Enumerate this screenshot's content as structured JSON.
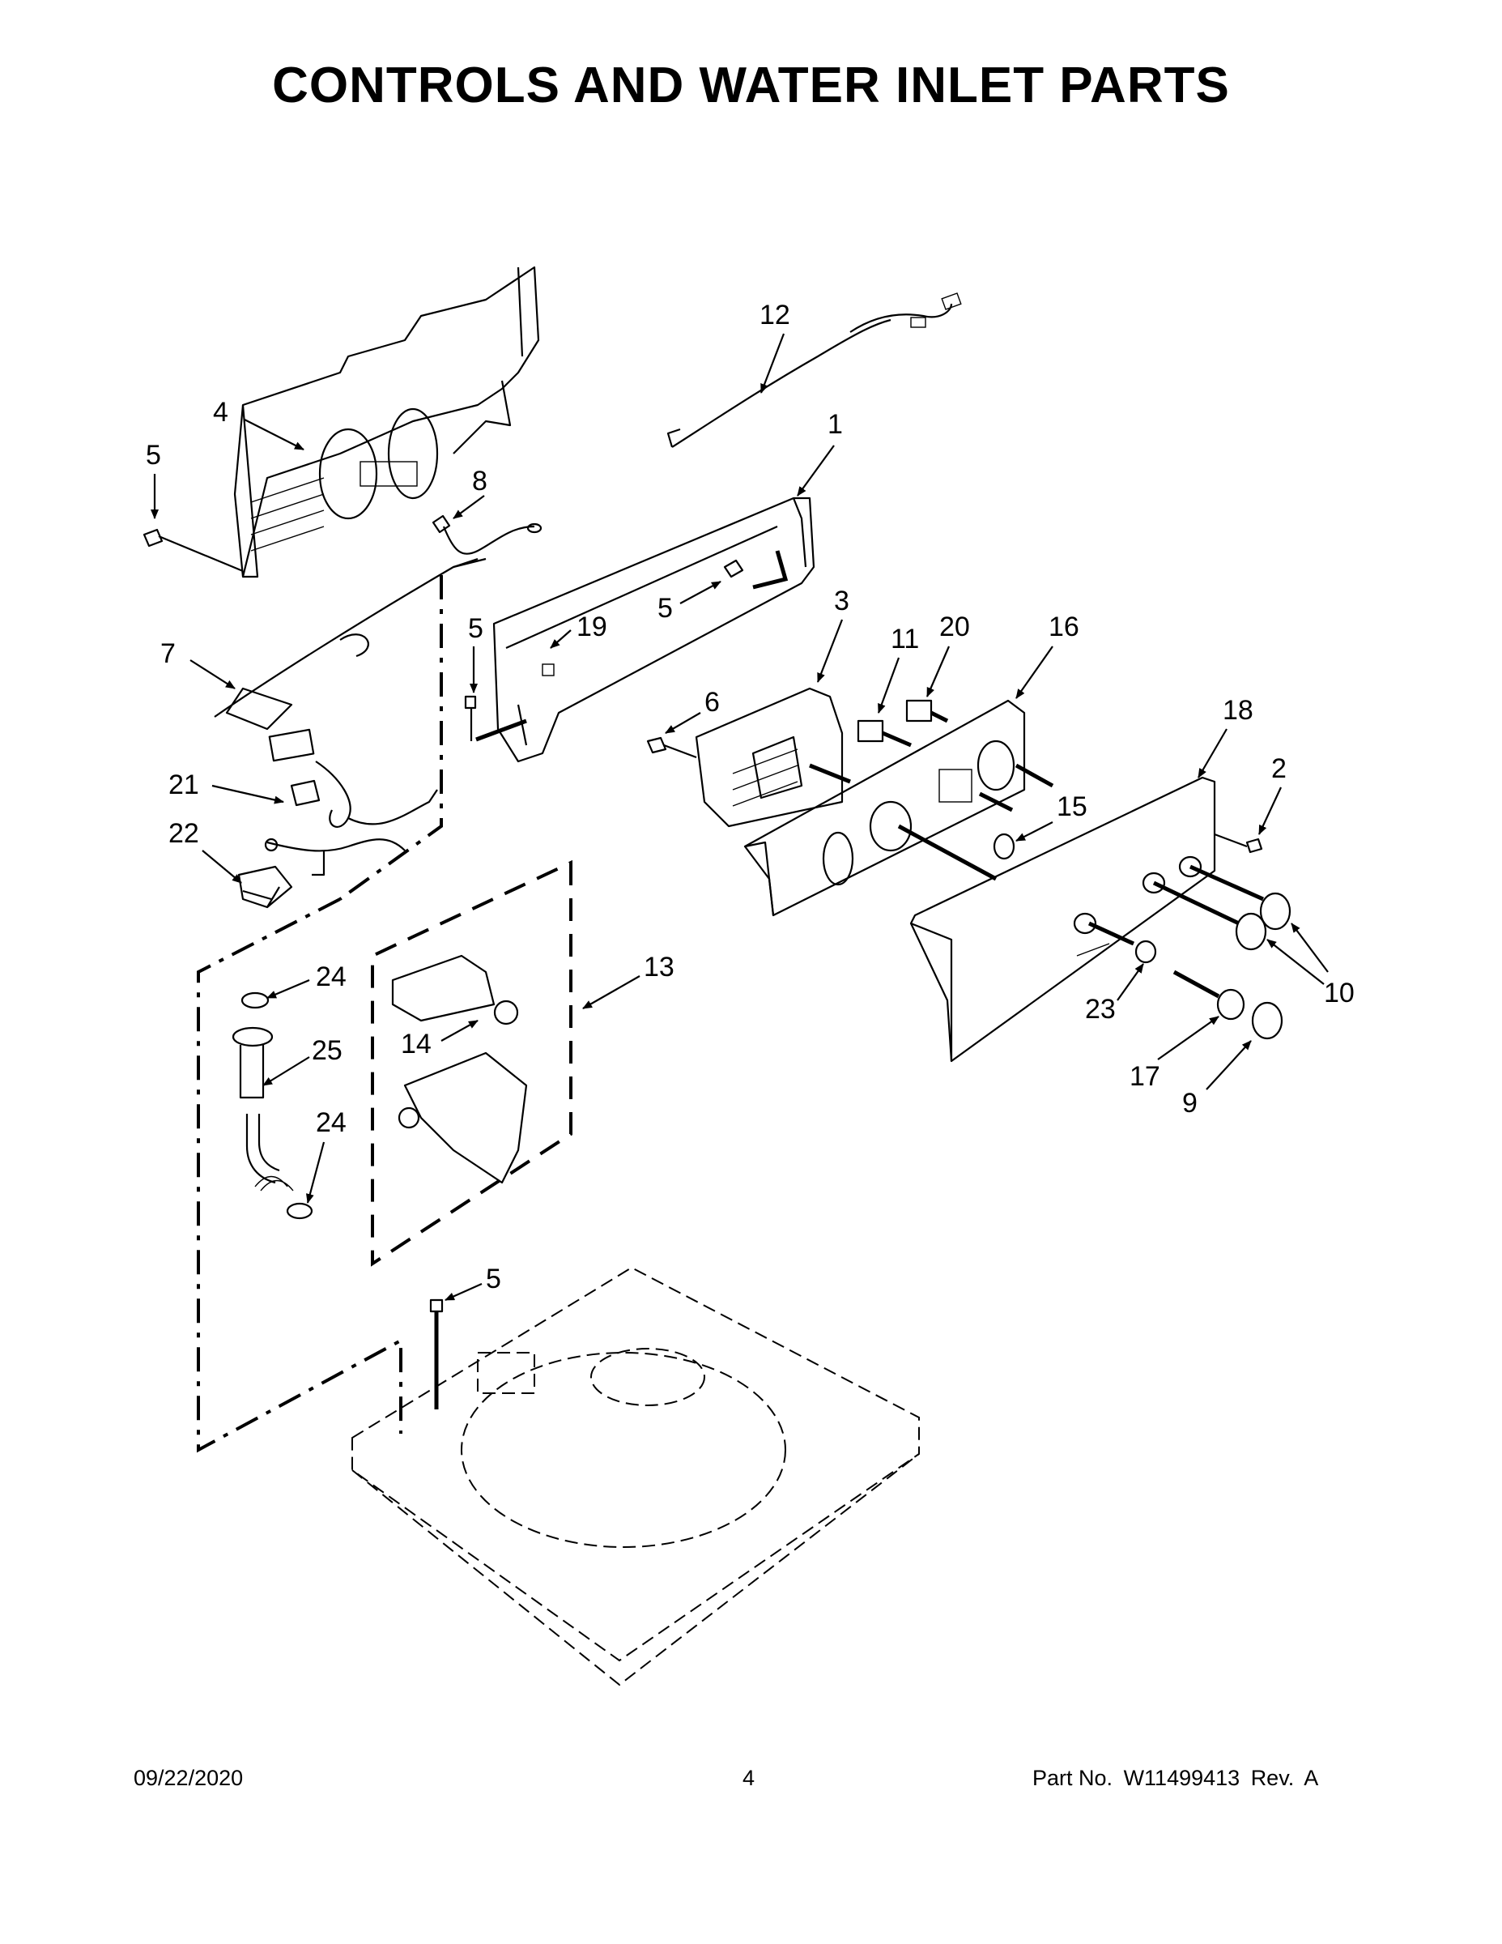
{
  "title": "CONTROLS AND WATER INLET PARTS",
  "footer": {
    "date": "09/22/2020",
    "page": "4",
    "part_label": "Part No.",
    "part_number": "W11499413",
    "rev_label": "Rev.",
    "rev": "A"
  },
  "callouts": {
    "c1": "1",
    "c2": "2",
    "c3": "3",
    "c4": "4",
    "c5a": "5",
    "c5b": "5",
    "c5c": "5",
    "c5d": "5",
    "c6": "6",
    "c7": "7",
    "c8": "8",
    "c9": "9",
    "c10": "10",
    "c11": "11",
    "c12": "12",
    "c13": "13",
    "c14": "14",
    "c15": "15",
    "c16": "16",
    "c17": "17",
    "c18": "18",
    "c19": "19",
    "c20": "20",
    "c21": "21",
    "c22": "22",
    "c23": "23",
    "c24a": "24",
    "c24b": "24",
    "c25": "25"
  }
}
